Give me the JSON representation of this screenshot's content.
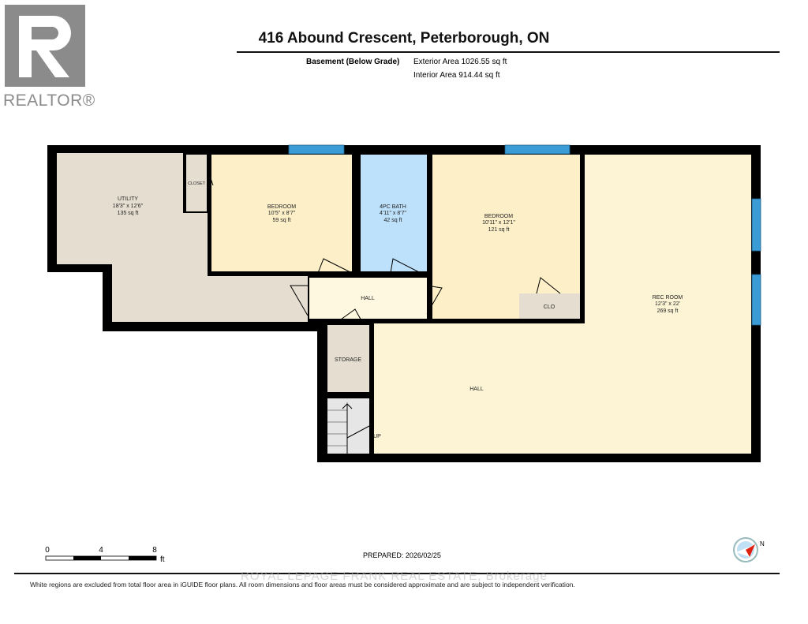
{
  "header": {
    "title": "416 Abound Crescent, Peterborough, ON",
    "level": "Basement (Below Grade)",
    "exterior_area": "Exterior Area 1026.55 sq ft",
    "interior_area": "Interior Area 914.44 sq ft"
  },
  "logo": {
    "text": "REALTOR®"
  },
  "rooms": {
    "utility": {
      "name": "UTILITY",
      "dims": "18'3\" x 12'6\"",
      "area": "135 sq ft"
    },
    "closet": {
      "name": "CLOSET"
    },
    "bedroom1": {
      "name": "BEDROOM",
      "dims": "10'5\" x 8'7\"",
      "area": "59 sq ft"
    },
    "bath": {
      "name": "4PC BATH",
      "dims": "4'11\" x 8'7\"",
      "area": "42 sq ft"
    },
    "bedroom2": {
      "name": "BEDROOM",
      "dims": "10'11\" x 12'1\"",
      "area": "121 sq ft"
    },
    "hall_small": {
      "name": "HALL"
    },
    "clo": {
      "name": "CLO"
    },
    "rec": {
      "name": "REC ROOM",
      "dims": "12'3\" x 22'",
      "area": "269 sq ft"
    },
    "storage": {
      "name": "STORAGE"
    },
    "hall": {
      "name": "HALL"
    },
    "stairs": {
      "name": "UP"
    }
  },
  "scale": {
    "ticks": [
      "0",
      "4",
      "8"
    ],
    "unit": "ft"
  },
  "prepared": "PREPARED: 2026/02/25",
  "compass": {
    "label": "N"
  },
  "watermark": "ROYAL LEPAGE FRANK REAL ESTATE, Brokerage",
  "disclaimer": "White regions are excluded from total floor area in iGUIDE floor plans. All room dimensions and floor areas must be considered approximate and are subject to independent verification.",
  "colors": {
    "wall": "#000000",
    "bedroom": "#fdf0c9",
    "bath": "#bde0fb",
    "utility": "#e5ddd0",
    "hall": "#fdf4d6",
    "window": "#3a9bd5"
  }
}
